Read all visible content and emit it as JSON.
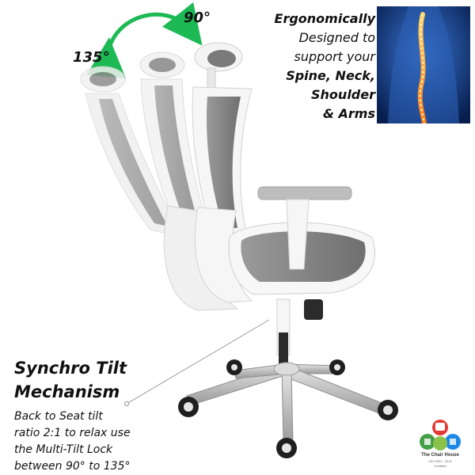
{
  "angles": {
    "upright": "90°",
    "reclined": "135°"
  },
  "ergonomic_text": {
    "line1": "Ergonomically",
    "line2": "Designed to",
    "line3": "support your",
    "line4": "Spine, Neck,",
    "line5": "Shoulder",
    "line6": "& Arms"
  },
  "synchro": {
    "title_line1": "Synchro Tilt",
    "title_line2": "Mechanism",
    "desc_line1": "Back to Seat tilt",
    "desc_line2": "ratio 2:1 to relax use",
    "desc_line3": "the Multi-Tilt Lock",
    "desc_line4": "between 90° to 135°"
  },
  "logo": {
    "name": "The Chair House",
    "tagline": "ISO 9001 : 2015",
    "cert": "Certified"
  },
  "colors": {
    "arrow": "#1db954",
    "frame": "#f2f2f2",
    "mesh": "#8a8a8a",
    "base": "#c9c9c9",
    "spine_glow": "#ff8a1f"
  }
}
